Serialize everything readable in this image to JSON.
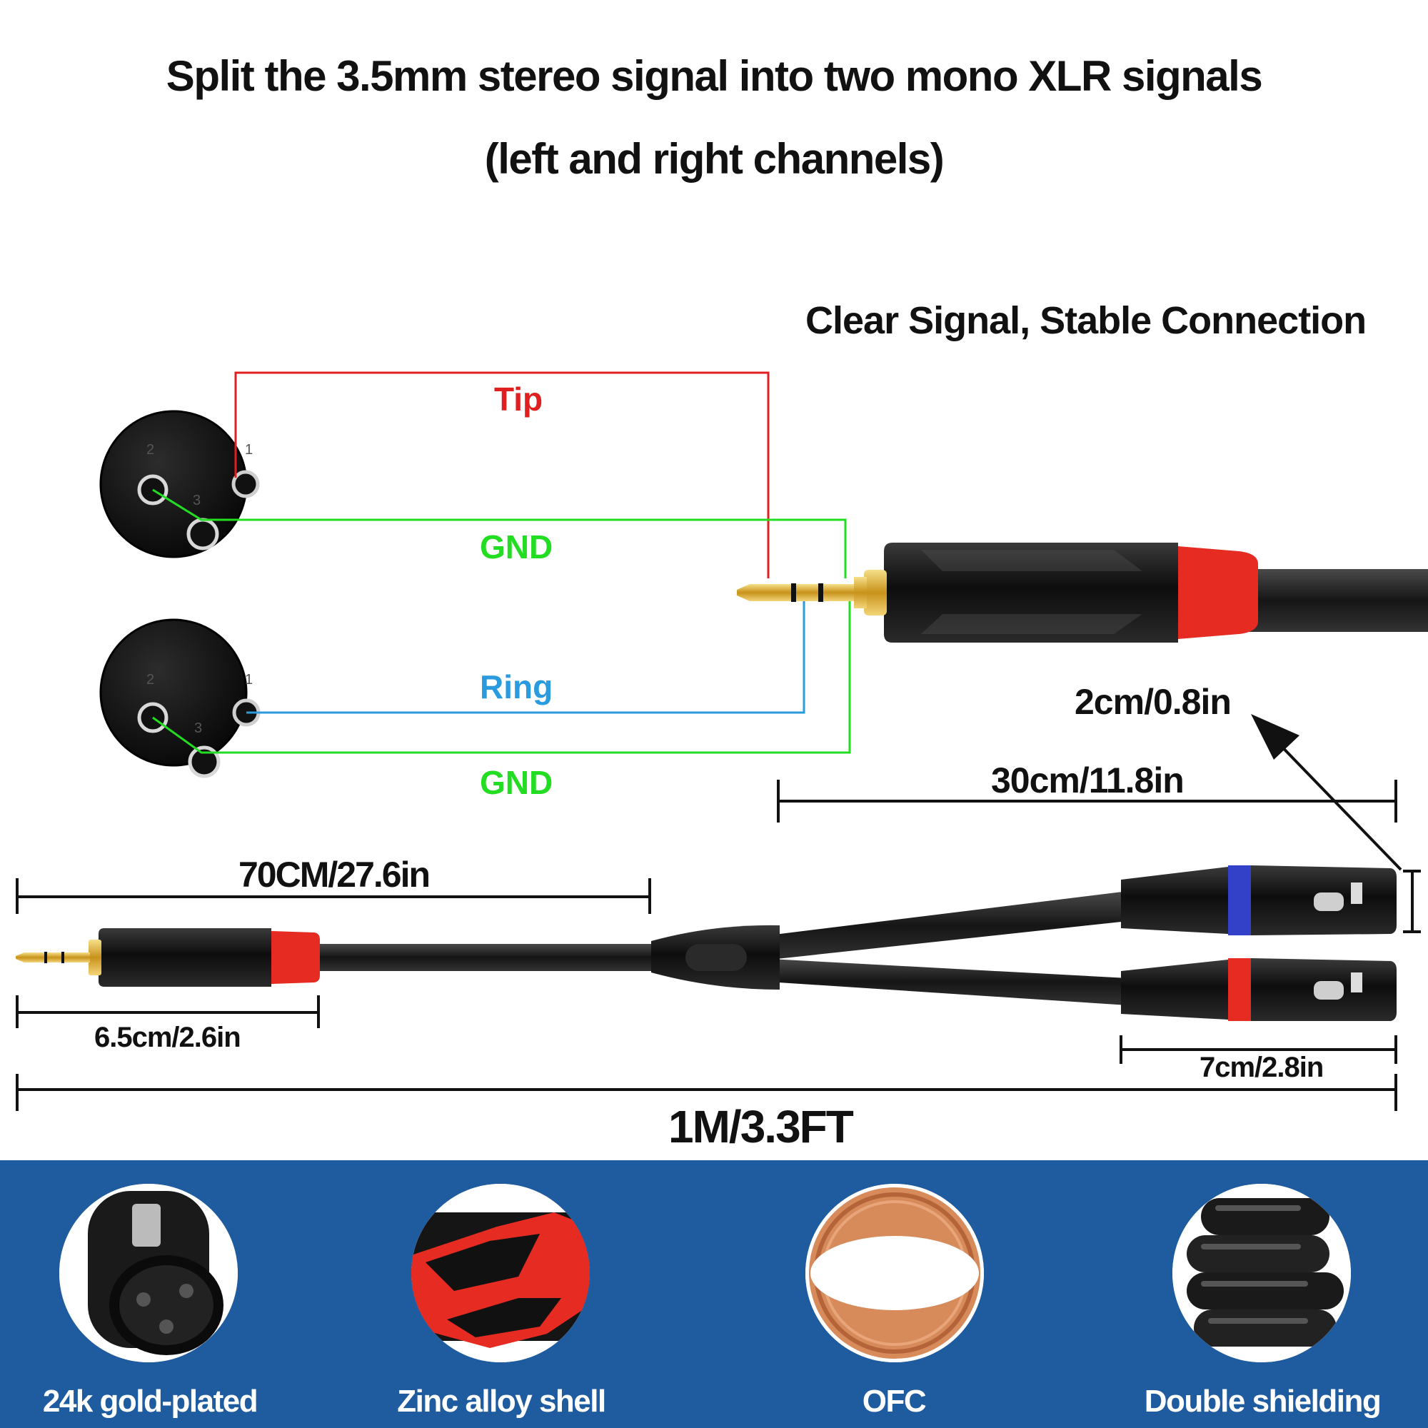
{
  "title": {
    "line1": "Split the 3.5mm stereo signal into two mono XLR signals",
    "line2": "(left and right channels)"
  },
  "tagline": "Clear Signal, Stable Connection",
  "wiring": {
    "tip_label": "Tip",
    "gnd_label_top": "GND",
    "ring_label": "Ring",
    "gnd_label_bottom": "GND",
    "pin_numbers": [
      "1",
      "2",
      "3"
    ],
    "colors": {
      "tip": "#e02020",
      "gnd": "#22dd22",
      "ring": "#2b9bdf"
    }
  },
  "dimensions": {
    "plug_length": "2cm/0.8in",
    "split_length": "30cm/11.8in",
    "main_length": "70CM/27.6in",
    "plug_body": "6.5cm/2.6in",
    "xlr_body": "7cm/2.8in",
    "total_length": "1M/3.3FT"
  },
  "features": [
    {
      "label": "24k gold-plated",
      "icon": "xlr-female-closeup-icon"
    },
    {
      "label": "Zinc alloy shell",
      "icon": "red-shell-closeup-icon"
    },
    {
      "label": "OFC",
      "icon": "copper-wire-coil-icon"
    },
    {
      "label": "Double shielding",
      "icon": "cable-coil-icon"
    }
  ],
  "colors": {
    "band": "#1f5b9f",
    "xlr_left_ring": "#3340c8",
    "xlr_right_ring": "#e52b22",
    "plug_ring": "#e52b22",
    "gold": "#d4a017"
  }
}
